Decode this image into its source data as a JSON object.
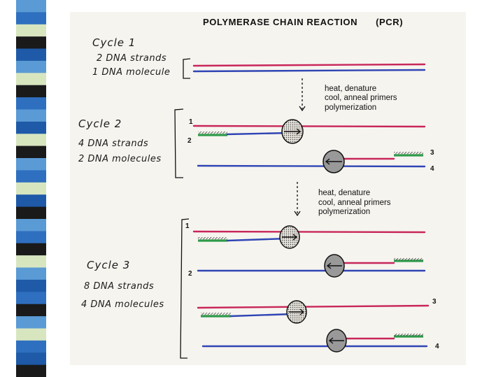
{
  "title": "POLYMERASE CHAIN REACTION",
  "title_abbr": "(PCR)",
  "cycles": [
    {
      "label": "Cycle 1",
      "strands": "2 DNA strands",
      "molecules": "1 DNA molecule"
    },
    {
      "label": "Cycle 2",
      "strands": "4 DNA strands",
      "molecules": "2 DNA molecules"
    },
    {
      "label": "Cycle 3",
      "strands": "8 DNA strands",
      "molecules": "4 DNA molecules"
    }
  ],
  "steps": {
    "heat": "heat, denature",
    "anneal": "cool, anneal primers",
    "poly": "polymerization"
  },
  "strand_numbers": [
    "1",
    "2",
    "3",
    "4"
  ],
  "colors": {
    "red_strand": "#c8265a",
    "blue_strand": "#2f45b4",
    "primer": "#2f9a4a",
    "panel_bg": "#f6f4ef",
    "strip": [
      "#5b9bd5",
      "#2f6fbf",
      "#d8e6c0",
      "#1a1a1a",
      "#1e5aa8"
    ]
  }
}
